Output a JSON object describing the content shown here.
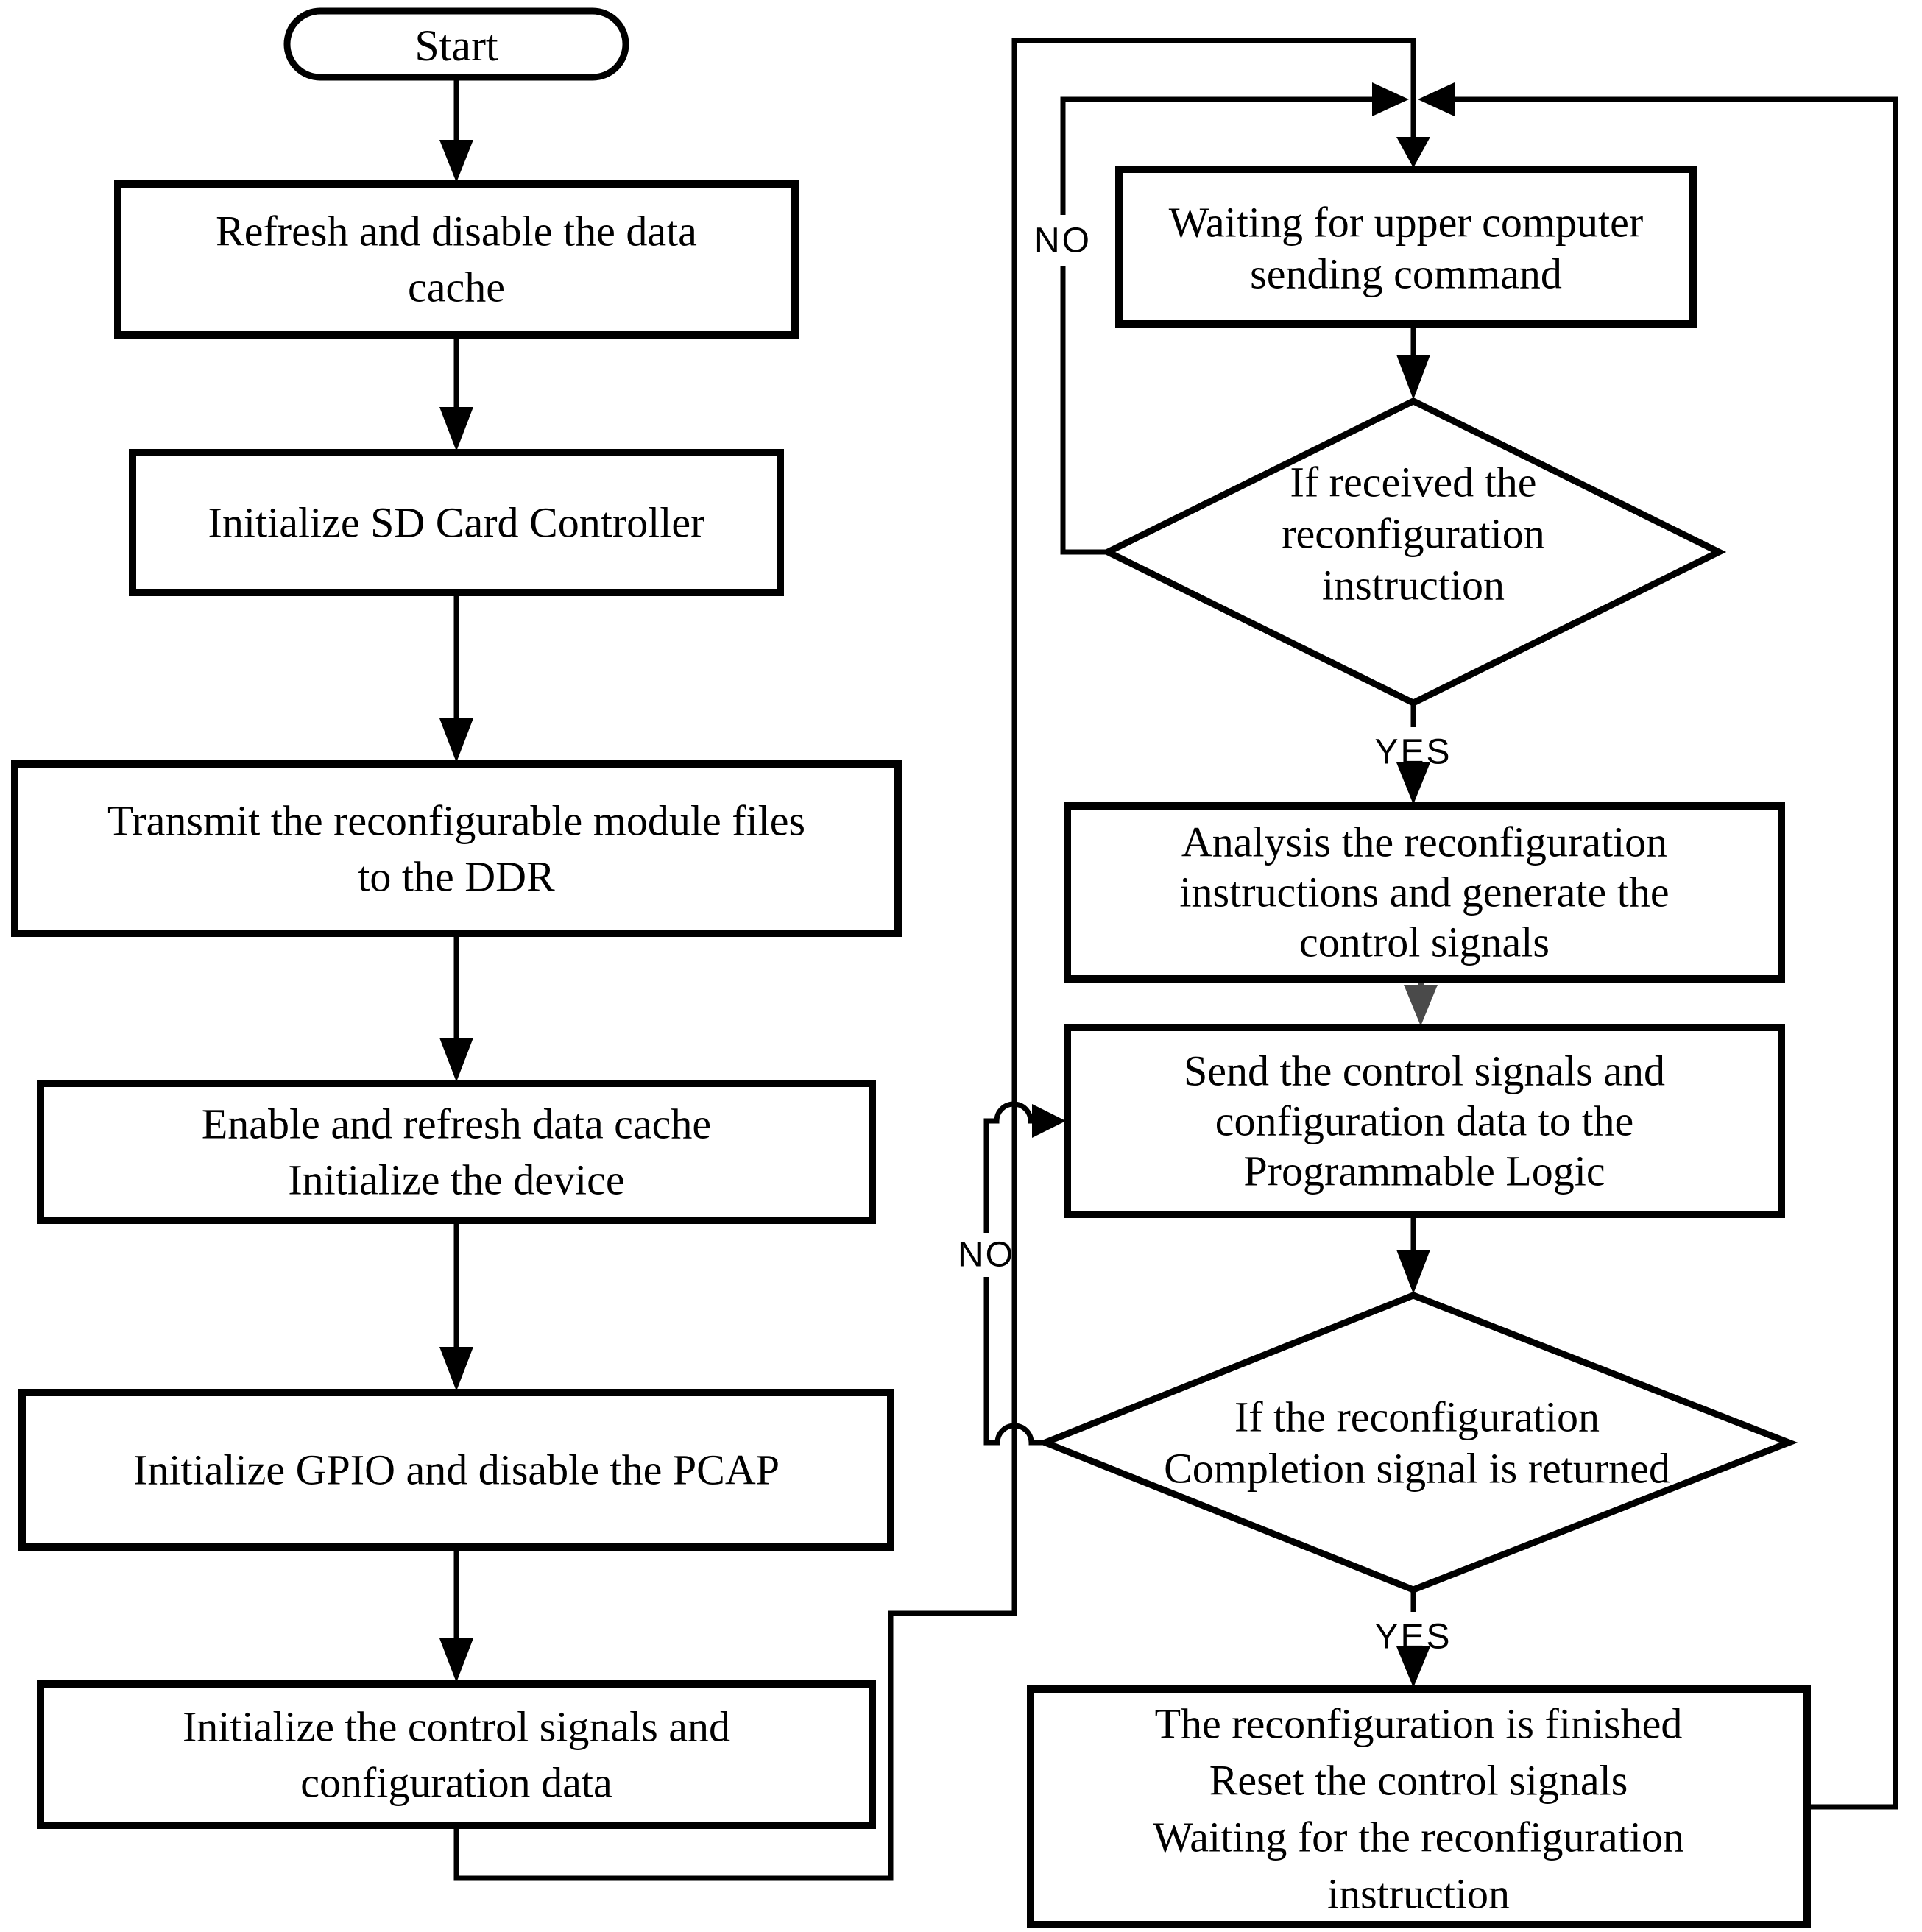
{
  "diagram": {
    "type": "flowchart",
    "colors": {
      "line": "#000000",
      "gray_arrow": "#4a4a4a",
      "background": "#ffffff"
    },
    "labels": {
      "yes": "YES",
      "no": "NO"
    },
    "nodes": {
      "start": {
        "label": "Start"
      },
      "refresh_cache": {
        "lines": [
          "Refresh and disable the data",
          "cache"
        ]
      },
      "init_sdcard": {
        "lines": [
          "Initialize SD Card Controller"
        ]
      },
      "transmit_files": {
        "lines": [
          "Transmit the reconfigurable module files",
          "to the DDR"
        ]
      },
      "enable_cache": {
        "lines": [
          "Enable and refresh data cache",
          "Initialize the device"
        ]
      },
      "init_gpio": {
        "lines": [
          "Initialize GPIO and disable the PCAP"
        ]
      },
      "init_control_signals": {
        "lines": [
          "Initialize the control signals and",
          "configuration data"
        ]
      },
      "waiting_command": {
        "lines": [
          "Waiting for upper computer",
          "sending command"
        ]
      },
      "decision_received": {
        "lines": [
          "If received the",
          "reconfiguration",
          "instruction"
        ]
      },
      "analysis_instructions": {
        "lines": [
          "Analysis the reconfiguration",
          "instructions and generate the",
          "control signals"
        ]
      },
      "send_signals": {
        "lines": [
          "Send the control signals and",
          "configuration data to the",
          "Programmable Logic"
        ]
      },
      "decision_completion": {
        "lines": [
          "If the reconfiguration",
          "Completion signal is returned"
        ]
      },
      "reconfig_finished": {
        "lines": [
          "The reconfiguration is finished",
          "Reset the control signals",
          "Waiting for the reconfiguration",
          "instruction"
        ]
      }
    }
  }
}
